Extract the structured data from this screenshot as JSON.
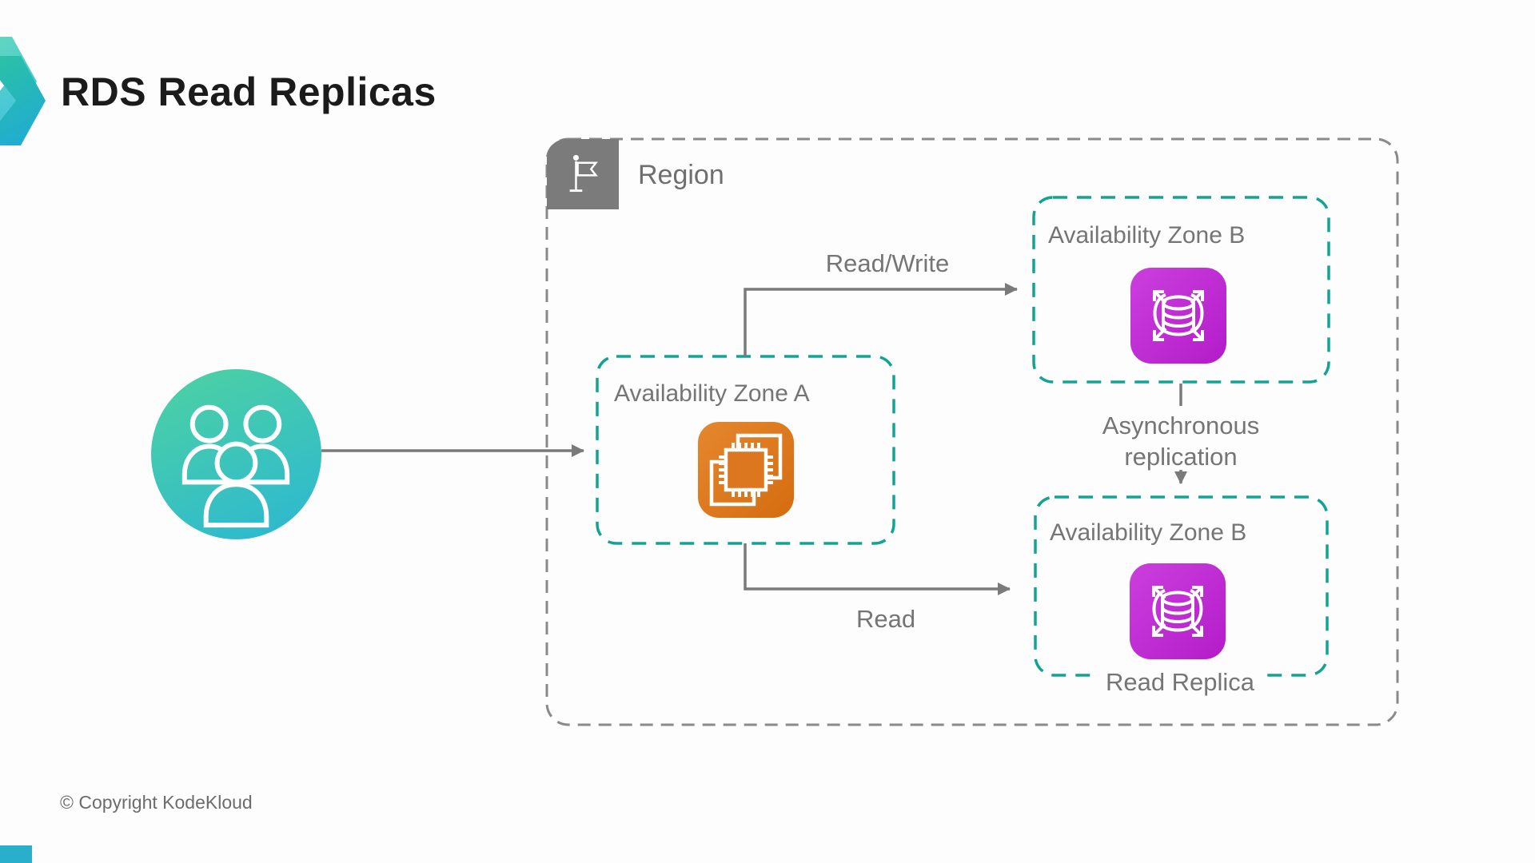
{
  "title": "RDS Read Replicas",
  "region": {
    "label": "Region",
    "icon": "flag-icon"
  },
  "actors": {
    "users": {
      "icon": "users-icon"
    }
  },
  "zones": {
    "zone_a": {
      "label": "Availability Zone A",
      "icon": "ec2-instance-icon"
    },
    "zone_b_primary": {
      "label": "Availability Zone B",
      "icon": "rds-database-icon"
    },
    "zone_b_replica": {
      "label": "Availability Zone B",
      "icon": "rds-database-icon",
      "caption": "Read Replica"
    }
  },
  "edges": {
    "users_to_zone_a": {
      "label": ""
    },
    "zone_a_to_zone_b_primary": {
      "label": "Read/Write"
    },
    "zone_b_primary_to_replica": {
      "label_line1": "Asynchronous",
      "label_line2": "replication"
    },
    "zone_a_to_zone_b_replica": {
      "label": "Read"
    }
  },
  "footer": {
    "copyright": "© Copyright KodeKloud"
  },
  "colors": {
    "zone_border_teal": "#12a392",
    "region_border_gray": "#8a8a8a",
    "arrow_gray": "#7a7a7a",
    "ec2_orange": "#dc761f",
    "rds_magenta": "#c32bd4",
    "users_gradient_start": "#4bd0a5",
    "users_gradient_end": "#2eb9cf",
    "flag_chip_gray": "#7b7b7b",
    "text_gray": "#757575",
    "title_black": "#1b1b1b",
    "accent_teal": "#2bc2a3",
    "progress_teal": "#29aecb"
  }
}
